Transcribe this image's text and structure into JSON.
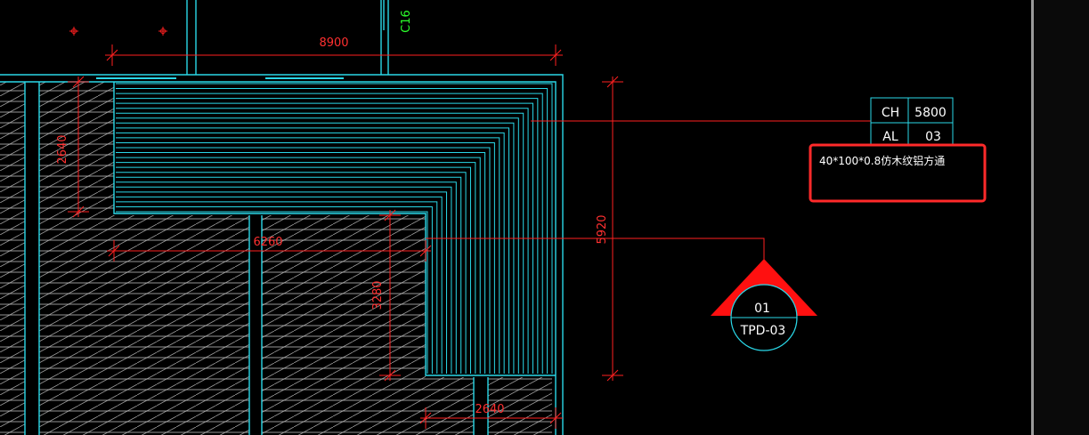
{
  "colors": {
    "background": "#000000",
    "wall": "#2ad8e8",
    "dimension": "#ff2020",
    "hatch": "#bfbfbf",
    "highlight_box": "#ff2a2a",
    "marker_fill": "#ff1010",
    "label_green": "#2bff2b"
  },
  "dimensions": {
    "top_width": "8900",
    "left_height": "2640",
    "mid_width": "6260",
    "right_height": "5920",
    "lower_height": "3280",
    "bottom_width": "2640"
  },
  "ceiling_table": {
    "rows": [
      {
        "key": "CH",
        "value": "5800"
      },
      {
        "key": "AL",
        "value": "03"
      }
    ]
  },
  "note": {
    "text": "40*100*0.8仿木纹铝方通"
  },
  "detail_marker": {
    "number": "01",
    "sheet": "TPD-03"
  },
  "partial_label": "C16"
}
